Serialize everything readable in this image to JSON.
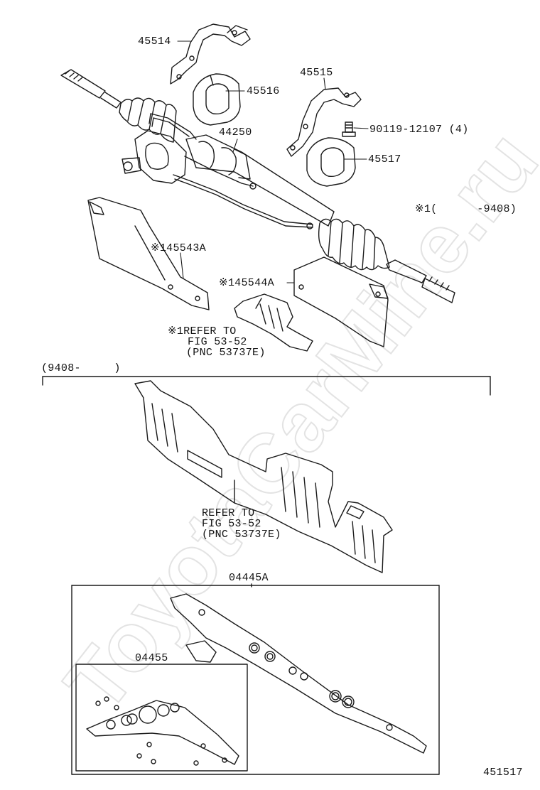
{
  "labels": {
    "p45514": "45514",
    "p45516": "45516",
    "p45515": "45515",
    "p90119": "90119-12107 (4)",
    "p44250": "44250",
    "p45517": "45517",
    "note1_range": "※1(      -9408)",
    "p45543": "※145543A",
    "p45544": "※145544A",
    "ref1_line1": "※1REFER TO",
    "ref1_line2": "FIG 53-52",
    "ref1_line3": "(PNC 53737E)",
    "range2": "(9408-     )",
    "ref2_line1": "REFER TO",
    "ref2_line2": "FIG 53-52",
    "ref2_line3": "(PNC 53737E)",
    "p04445": "04445A",
    "p04455": "04455",
    "figure_number": "451517"
  },
  "watermark": "ToyotaCarMine.ru",
  "colors": {
    "line": "#1a1a1a",
    "watermark": "#e3e3e3"
  }
}
